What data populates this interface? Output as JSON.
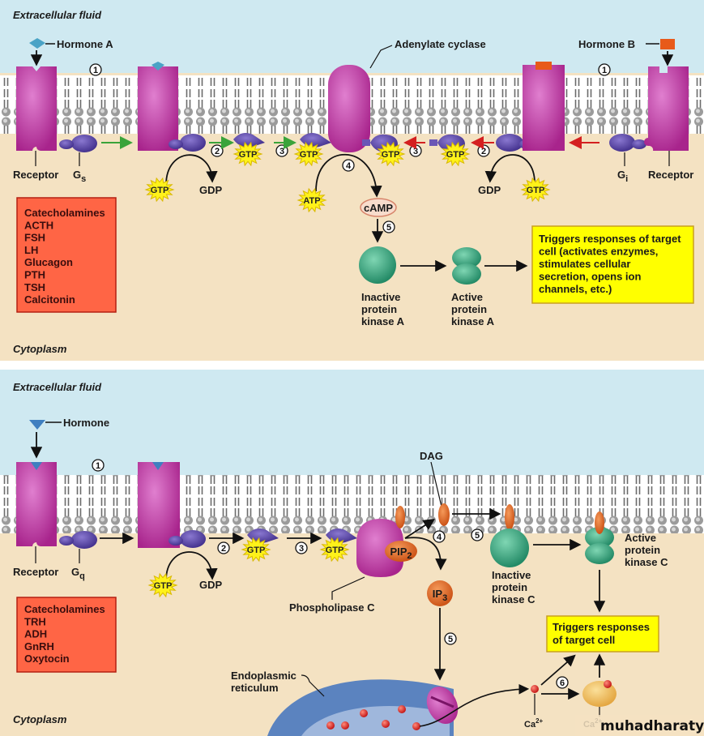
{
  "panels": [
    {
      "id": "camp-pathway",
      "extracellular_label": "Extracellular fluid",
      "cytoplasm_label": "Cytoplasm",
      "hormone_a_label": "Hormone A",
      "hormone_b_label": "Hormone B",
      "adenylate_cyclase_label": "Adenylate cyclase",
      "receptor_left_label": "Receptor",
      "receptor_right_label": "Receptor",
      "gs_label": "G",
      "gs_sub": "s",
      "gi_label": "G",
      "gi_sub": "i",
      "gtp": "GTP",
      "gdp": "GDP",
      "atp": "ATP",
      "camp": "cAMP",
      "steps": [
        "1",
        "2",
        "3",
        "4",
        "5"
      ],
      "inactive_kinase": [
        "Inactive",
        "protein",
        "kinase A"
      ],
      "active_kinase": [
        "Active",
        "protein",
        "kinase A"
      ],
      "response": [
        "Triggers responses of target",
        "cell (activates enzymes,",
        "stimulates cellular",
        "secretion, opens ion",
        "channels, etc.)"
      ],
      "hormones_list": [
        "Catecholamines",
        "ACTH",
        "FSH",
        "LH",
        "Glucagon",
        "PTH",
        "TSH",
        "Calcitonin"
      ]
    },
    {
      "id": "pip2-pathway",
      "extracellular_label": "Extracellular fluid",
      "cytoplasm_label": "Cytoplasm",
      "hormone_label": "Hormone",
      "receptor_label": "Receptor",
      "gq_label": "G",
      "gq_sub": "q",
      "gtp": "GTP",
      "gdp": "GDP",
      "dag": "DAG",
      "pip2": "PIP",
      "pip2_sub": "2",
      "ip3": "IP",
      "ip3_sub": "3",
      "phospholipase_label": "Phospholipase C",
      "er_label": [
        "Endoplasmic",
        "reticulum"
      ],
      "steps": [
        "1",
        "2",
        "3",
        "4",
        "5",
        "5",
        "6"
      ],
      "inactive_kinase": [
        "Inactive",
        "protein",
        "kinase C"
      ],
      "active_kinase": [
        "Active",
        "protein",
        "kinase C"
      ],
      "response": [
        "Triggers responses",
        "of target cell"
      ],
      "ca_label": "Ca",
      "ca_sup": "2+",
      "hormones_list": [
        "Catecholamines",
        "TRH",
        "ADH",
        "GnRH",
        "Oxytocin"
      ]
    }
  ],
  "watermark": "muhadharaty.com",
  "colors": {
    "extracellular": "#cfe9f1",
    "cytoplasm": "#f4e2c2",
    "receptor": "#c43fa8",
    "gprotein": "#5b46a8",
    "gtp_star": "#fff21a",
    "hormone_box": "#ff6545",
    "response_box": "#ffff00",
    "kinase": "#3fae87",
    "dag": "#e06a1e",
    "er": "#5b83bf",
    "calcium": "#e0261e",
    "green_arrow": "#3aa33a",
    "red_arrow": "#d42020"
  }
}
